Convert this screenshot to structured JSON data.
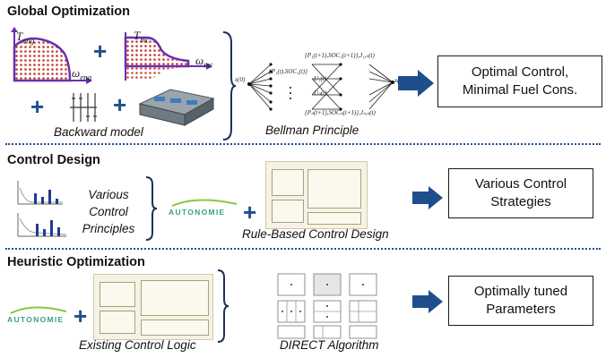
{
  "sections": {
    "global": {
      "title": "Global Optimization",
      "backward_label": "Backward model",
      "bellman_label": "Bellman Principle",
      "eng_y": "T",
      "eng_y_sub": "eng",
      "eng_x": "ω",
      "eng_x_sub": "eng",
      "mc_y": "T",
      "mc_y_sub": "mc",
      "mc_x": "ω",
      "mc_x_sub": "mc",
      "result_line1": "Optimal Control,",
      "result_line2": "Minimal Fuel Cons."
    },
    "control": {
      "title": "Control Design",
      "principles_line1": "Various",
      "principles_line2": "Control",
      "principles_line3": "Principles",
      "autonomie": "AUTONOMIE",
      "rule_label": "Rule-Based Control Design",
      "result_line1": "Various Control",
      "result_line2": "Strategies"
    },
    "heuristic": {
      "title": "Heuristic Optimization",
      "autonomie": "AUTONOMIE",
      "existing_label": "Existing Control Logic",
      "direct_label": "DIRECT Algorithm",
      "result_line1": "Optimally tuned",
      "result_line2": "Parameters"
    }
  },
  "bellman_math": {
    "x0": "x(0)",
    "xT": "x(T)",
    "top": "{P₁(t+1),SOC₁(t+1)},J₁,ₙ(t)",
    "mid1": "{P₁(t),SOC₁(t)}",
    "mid2": "U₁(t)",
    "mid3": "Uₙ(t)",
    "bot": "{Pₙ(t+1),SOCₙ(t+1)},Jₙ,ₙ(t)"
  },
  "colors": {
    "accent_blue": "#1f4e8c",
    "arrow_blue": "#1f4e8c",
    "heat_red": "#c0392b",
    "axis_purple": "#6a2fb0",
    "autonomie_green": "#3aa08a"
  }
}
